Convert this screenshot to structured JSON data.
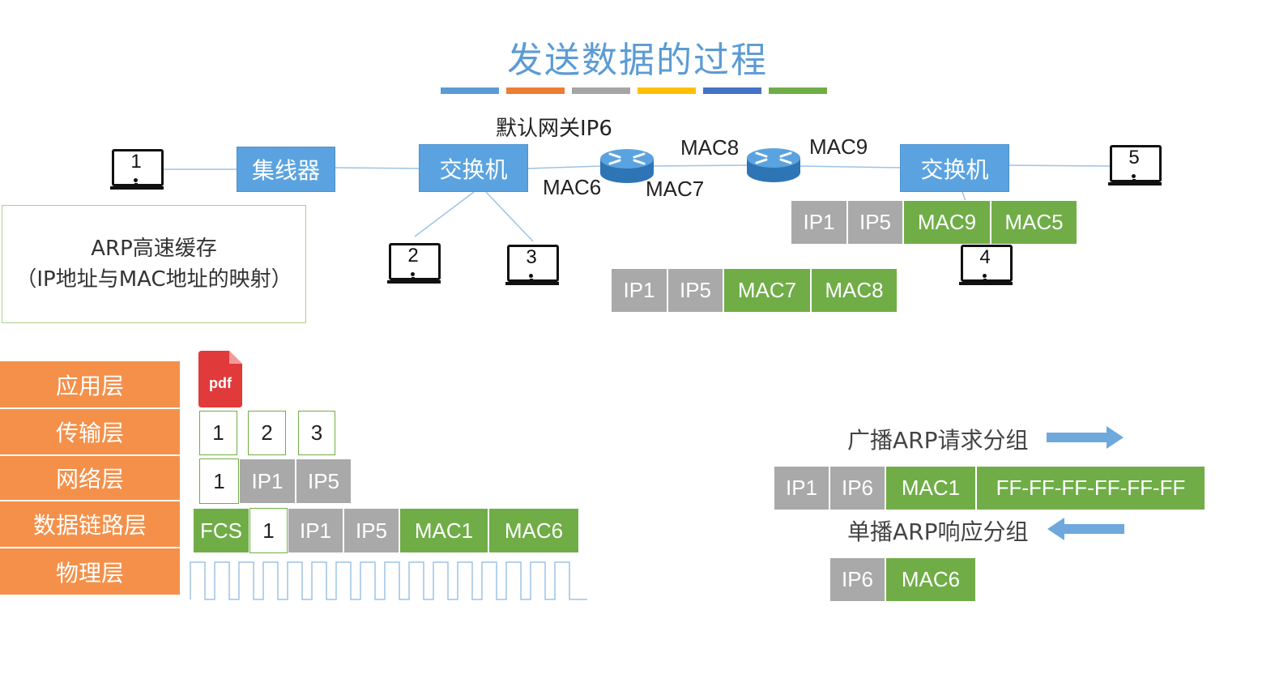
{
  "title": "发送数据的过程",
  "stripe_colors": [
    "#5b9bd5",
    "#ed7d31",
    "#a5a5a5",
    "#ffc000",
    "#4472c4",
    "#70ad47"
  ],
  "network": {
    "pc1": "1",
    "pc2": "2",
    "pc3": "3",
    "pc4": "4",
    "pc5": "5",
    "hub": "集线器",
    "switch_left": "交换机",
    "switch_right": "交换机",
    "gateway_label": "默认网关IP6",
    "mac6": "MAC6",
    "mac7": "MAC7",
    "mac8": "MAC8",
    "mac9": "MAC9"
  },
  "arp_cache": {
    "line1": "ARP高速缓存",
    "line2": "（IP地址与MAC地址的映射）"
  },
  "frame_right": [
    "IP1",
    "IP5",
    "MAC9",
    "MAC5"
  ],
  "frame_mid": [
    "IP1",
    "IP5",
    "MAC7",
    "MAC8"
  ],
  "layers": [
    "应用层",
    "传输层",
    "网络层",
    "数据链路层",
    "物理层"
  ],
  "pdf_label": "pdf",
  "transport_segments": [
    "1",
    "2",
    "3"
  ],
  "network_packet": [
    "1",
    "IP1",
    "IP5"
  ],
  "link_frame": [
    "FCS",
    "1",
    "IP1",
    "IP5",
    "MAC1",
    "MAC6"
  ],
  "arp": {
    "request_label": "广播ARP请求分组",
    "request_packet": [
      "IP1",
      "IP6",
      "MAC1",
      "FF-FF-FF-FF-FF-FF"
    ],
    "reply_label": "单播ARP响应分组",
    "reply_packet": [
      "IP6",
      "MAC6"
    ],
    "arrow_color": "#6fa8dc"
  }
}
